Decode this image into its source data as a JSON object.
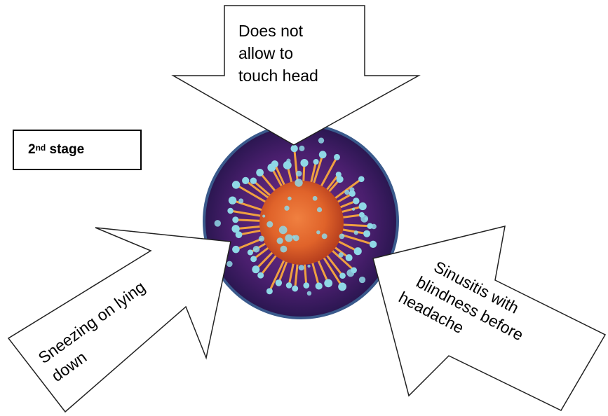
{
  "stage_label": {
    "main": "2",
    "superscript": "nd",
    "rest": " stage"
  },
  "arrows": [
    {
      "id": "top",
      "lines": [
        "Does not",
        "allow to",
        "touch head"
      ]
    },
    {
      "id": "left",
      "lines": [
        "Sneezing on lying",
        "down"
      ]
    },
    {
      "id": "right",
      "lines": [
        "Sinusitis with",
        "blindness before",
        "headache"
      ]
    }
  ],
  "colors": {
    "virus_ring": "#3a5a8c",
    "virus_bg": "#4a1f6e",
    "virus_core": "#e0632a",
    "virus_spike": "#f0a040",
    "virus_dot": "#8fd8e6"
  }
}
